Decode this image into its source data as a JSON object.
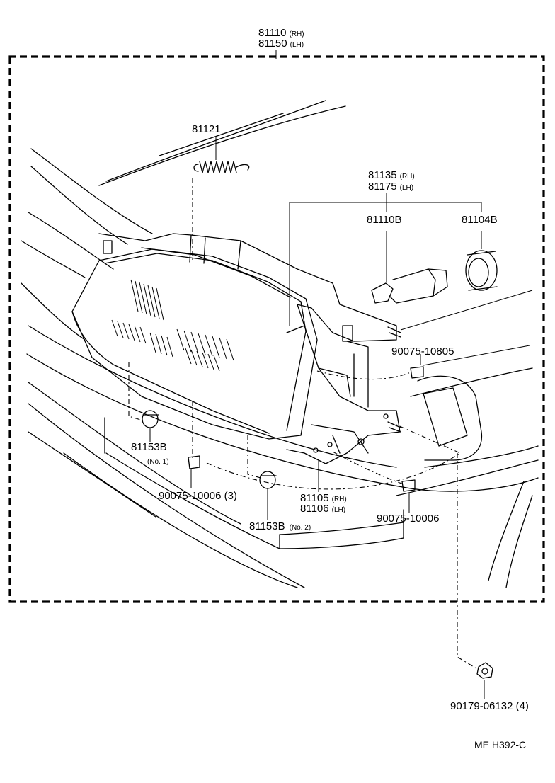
{
  "title": {
    "rh_part": "81110",
    "rh_tag": "(RH)",
    "lh_part": "81150",
    "lh_tag": "(LH)"
  },
  "labels": {
    "spring": "81121",
    "socket_rh": "81135",
    "socket_rh_tag": "(RH)",
    "socket_lh": "81175",
    "socket_lh_tag": "(LH)",
    "bulb": "81110B",
    "retainer": "81104B",
    "screw_10805": "90075-10805",
    "adjuster_no1": "81153B",
    "adjuster_no1_tag": "(No. 1)",
    "screw_10006_qty": "90075-10006 (3)",
    "bracket_rh": "81105",
    "bracket_rh_tag": "(RH)",
    "bracket_lh": "81106",
    "bracket_lh_tag": "(LH)",
    "screw_10006": "90075-10006",
    "adjuster_no2": "81153B",
    "adjuster_no2_tag": "(No. 2)",
    "nut": "90179-06132 (4)"
  },
  "footer": {
    "code": "ME  H392-C"
  }
}
